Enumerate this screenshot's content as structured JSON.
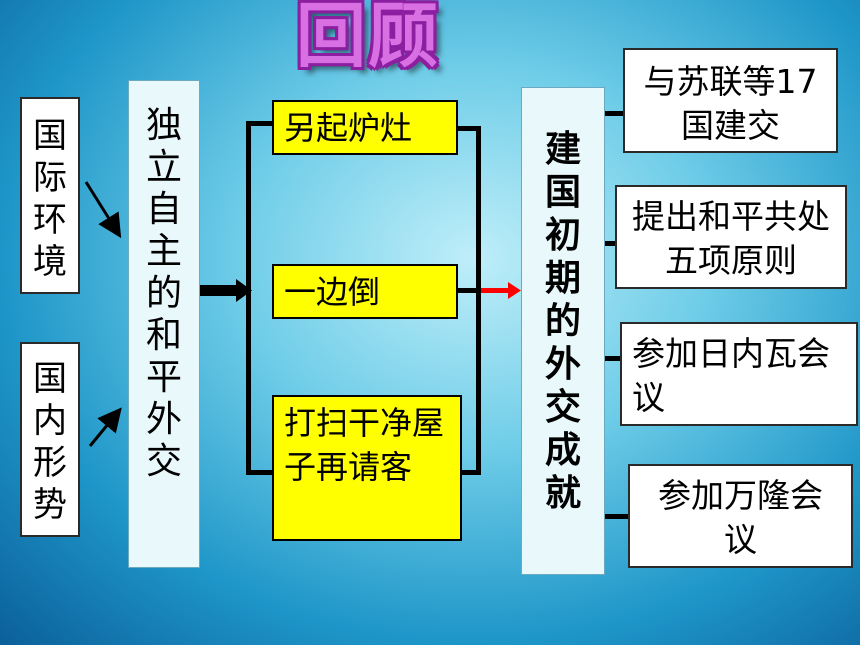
{
  "title": "回顾",
  "left": {
    "international": [
      "国",
      "际",
      "环",
      "境"
    ],
    "domestic": [
      "国",
      "内",
      "形",
      "势"
    ]
  },
  "center": [
    "独",
    "立",
    "自",
    "主",
    "的",
    "和",
    "平",
    "外",
    "交"
  ],
  "policies": [
    "另起炉灶",
    "一边倒",
    "打扫干净屋子再请客"
  ],
  "achievements_label": [
    "建",
    "国",
    "初",
    "期",
    "的",
    "外",
    "交",
    "成",
    "就"
  ],
  "achievements": [
    "与苏联等17国建交",
    "提出和平共处五项原则",
    "参加日内瓦会议",
    "参加万隆会议"
  ],
  "colors": {
    "policy_fill": "#ffff00",
    "link_arrow": "#ff0000",
    "title": "#d86fe2"
  }
}
